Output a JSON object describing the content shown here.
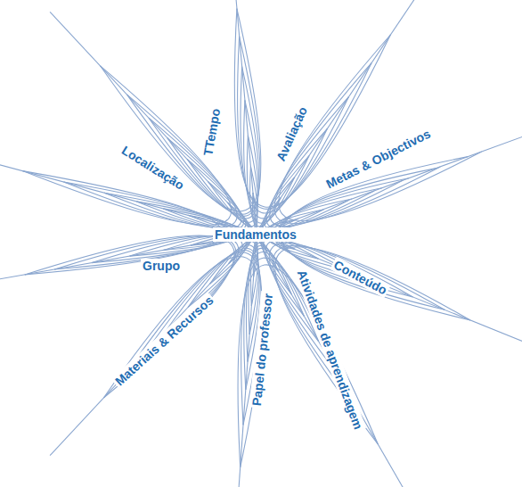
{
  "diagram": {
    "labels": [
      "Fundamentos",
      "Localização",
      "TTempo",
      "Avaliação",
      "Metas & Objectivos",
      "Conteúdo",
      "Atividades de aprendizagem",
      "Papel do professor",
      "Materiais & Recursos",
      "Grupo"
    ]
  }
}
